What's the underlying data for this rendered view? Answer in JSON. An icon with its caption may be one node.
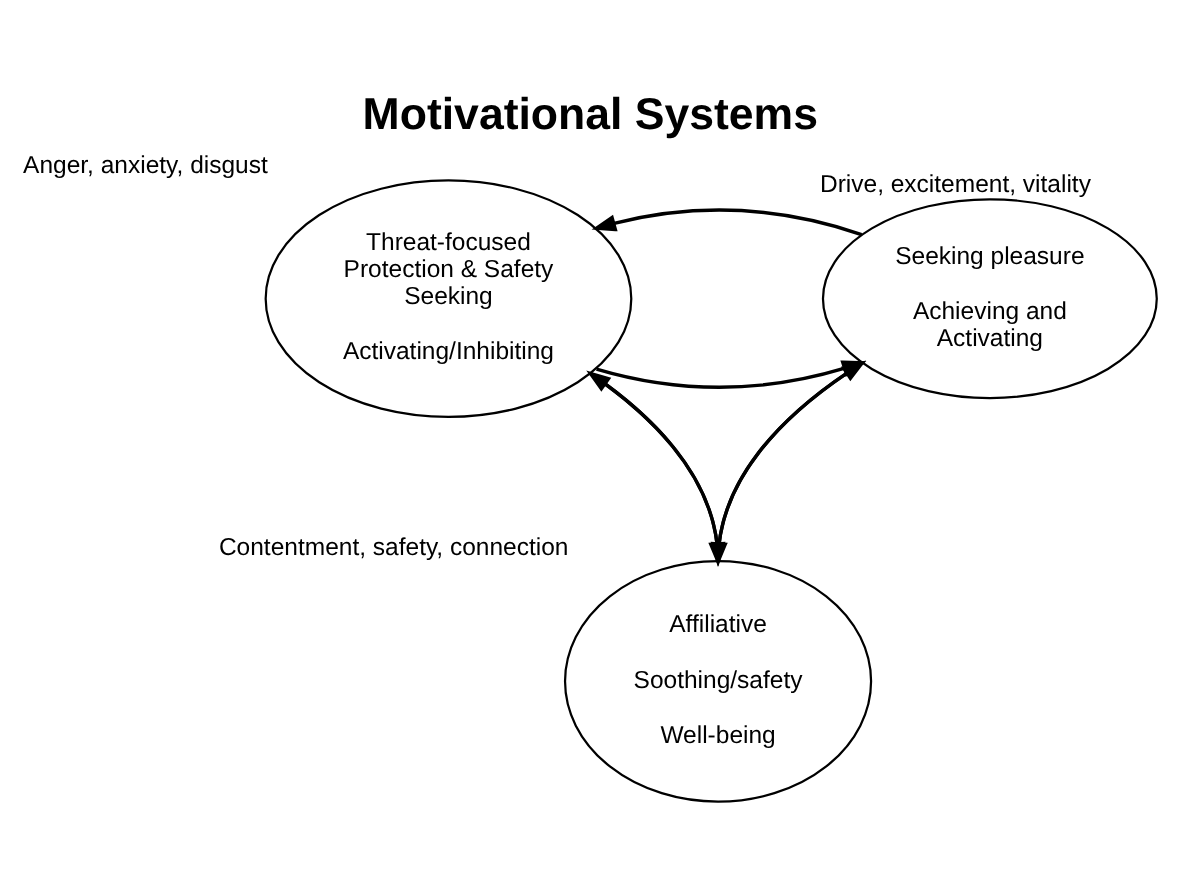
{
  "diagram": {
    "title": "Motivational Systems",
    "nodes": [
      {
        "text": [
          "Threat-focused Protection & Safety Seeking",
          "Activating/Inhibiting"
        ],
        "beside": [
          "Anger, anxiety, disgust"
        ]
      },
      {
        "text": [
          "Seeking pleasure",
          "Achieving and Activating"
        ],
        "beside": [
          "Drive, excitement, vitality"
        ]
      },
      {
        "text": [
          "Affiliative",
          "Soothing/safety",
          "Well-being"
        ],
        "beside": [
          "Contentment, safety, connection"
        ]
      }
    ],
    "edges": [
      {
        "from": 0,
        "to": 1,
        "arrow": "to"
      },
      {
        "from": 1,
        "to": 0,
        "arrow": "to"
      },
      {
        "from": 0,
        "to": 2,
        "arrow": "to"
      },
      {
        "from": 2,
        "to": 0,
        "arrow": "to"
      },
      {
        "from": 2,
        "to": 1,
        "arrow": "to"
      },
      {
        "from": 1,
        "to": 2,
        "arrow": "to"
      }
    ]
  }
}
